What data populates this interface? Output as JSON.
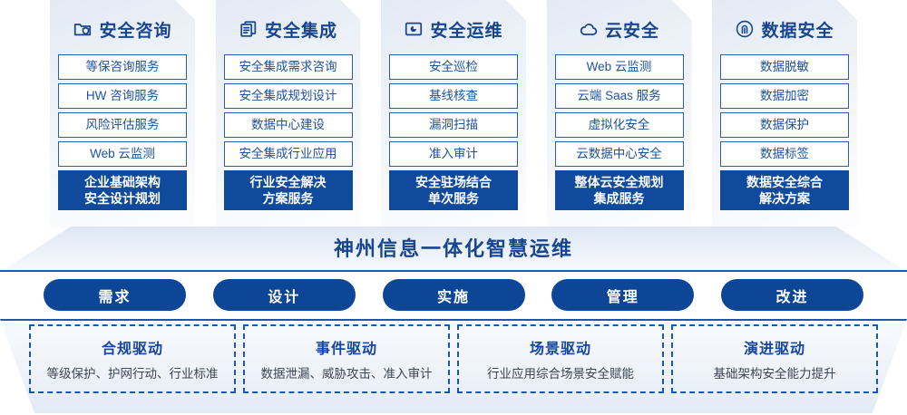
{
  "columns": [
    {
      "icon": "folder-shield-icon",
      "title": "安全咨询",
      "services": [
        "等保咨询服务",
        "HW 咨询服务",
        "风险评估服务",
        "Web 云监测"
      ],
      "highlight": [
        "企业基础架构",
        "安全设计规划"
      ]
    },
    {
      "icon": "documents-copy-icon",
      "title": "安全集成",
      "services": [
        "安全集成需求咨询",
        "安全集成规划设计",
        "数据中心建设",
        "安全集成行业应用"
      ],
      "highlight": [
        "行业安全解决",
        "方案服务"
      ]
    },
    {
      "icon": "folder-chart-icon",
      "title": "安全运维",
      "services": [
        "安全巡检",
        "基线核查",
        "漏洞扫描",
        "准入审计"
      ],
      "highlight": [
        "安全驻场结合",
        "单次服务"
      ]
    },
    {
      "icon": "cloud-icon",
      "title": "云安全",
      "services": [
        "Web 云监测",
        "云端 Saas 服务",
        "虚拟化安全",
        "云数据中心安全"
      ],
      "highlight": [
        "整体云安全规划",
        "集成服务"
      ]
    },
    {
      "icon": "fingerprint-icon",
      "title": "数据安全",
      "services": [
        "数据脱敏",
        "数据加密",
        "数据保护",
        "数据标签"
      ],
      "highlight": [
        "数据安全综合",
        "解决方案"
      ]
    }
  ],
  "banner": {
    "text": "神州信息一体化智慧运维"
  },
  "phases": [
    {
      "label": "需求"
    },
    {
      "label": "设计"
    },
    {
      "label": "实施"
    },
    {
      "label": "管理"
    },
    {
      "label": "改进"
    }
  ],
  "drivers": [
    {
      "title": "合规驱动",
      "subtitle": "等级保护、护网行动、行业标准"
    },
    {
      "title": "事件驱动",
      "subtitle": "数据泄漏、威胁攻击、准入审计"
    },
    {
      "title": "场景驱动",
      "subtitle": "行业应用综合场景安全赋能"
    },
    {
      "title": "演进驱动",
      "subtitle": "基础架构安全能力提升"
    }
  ],
  "colors": {
    "primary_blue": "#17458f",
    "pill_blue": "#0e4697",
    "highlight_blue": "#104a9c",
    "border_blue": "#2d5ca8",
    "rule_blue": "#1d58ab"
  }
}
